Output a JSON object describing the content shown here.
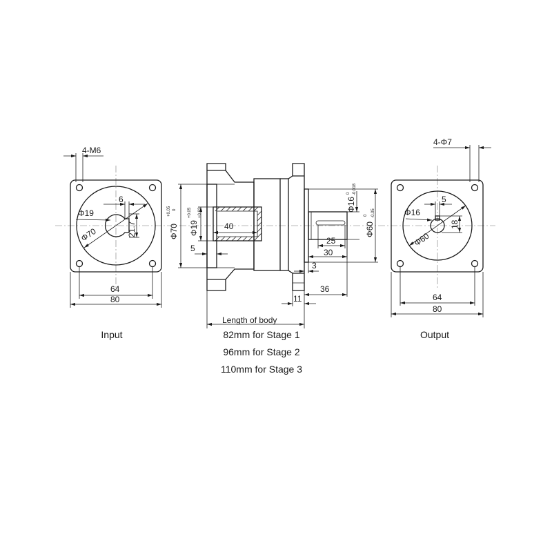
{
  "input_view": {
    "mount_holes": "4-M6",
    "bore_dia": "Φ19",
    "key_width": "6",
    "key_depth": "21.7",
    "pilot_dia": "Φ70",
    "hole_spacing": "64",
    "flange_size": "80"
  },
  "side_view": {
    "pilot_dia": "Φ70",
    "pilot_tol_upper": "+0.05",
    "pilot_tol_lower": "0",
    "bore_dia": "Φ19",
    "bore_tol_upper": "+0.05",
    "bore_tol_lower": "+0.03",
    "bore_depth": "40",
    "pilot_depth": "5",
    "shaft_dia": "Φ16",
    "shaft_tol_upper": "0",
    "shaft_tol_lower": "-0.018",
    "spigot_dia": "Φ60",
    "spigot_tol_upper": "0",
    "spigot_tol_lower": "-0.05",
    "key_length": "25",
    "shaft_length": "30",
    "spigot_height": "3",
    "shaft_total": "36",
    "flange_thickness": "11",
    "body_length_label": "Length of body",
    "stage_lengths": [
      "82mm for Stage 1",
      "96mm for Stage 2",
      "110mm for Stage 3"
    ]
  },
  "output_view": {
    "mount_holes": "4-Φ7",
    "shaft_dia": "Φ16",
    "key_width": "5",
    "key_height": "18",
    "spigot_dia": "Φ60",
    "hole_spacing": "64",
    "flange_size": "80"
  },
  "captions": {
    "input": "Input",
    "output": "Output"
  }
}
